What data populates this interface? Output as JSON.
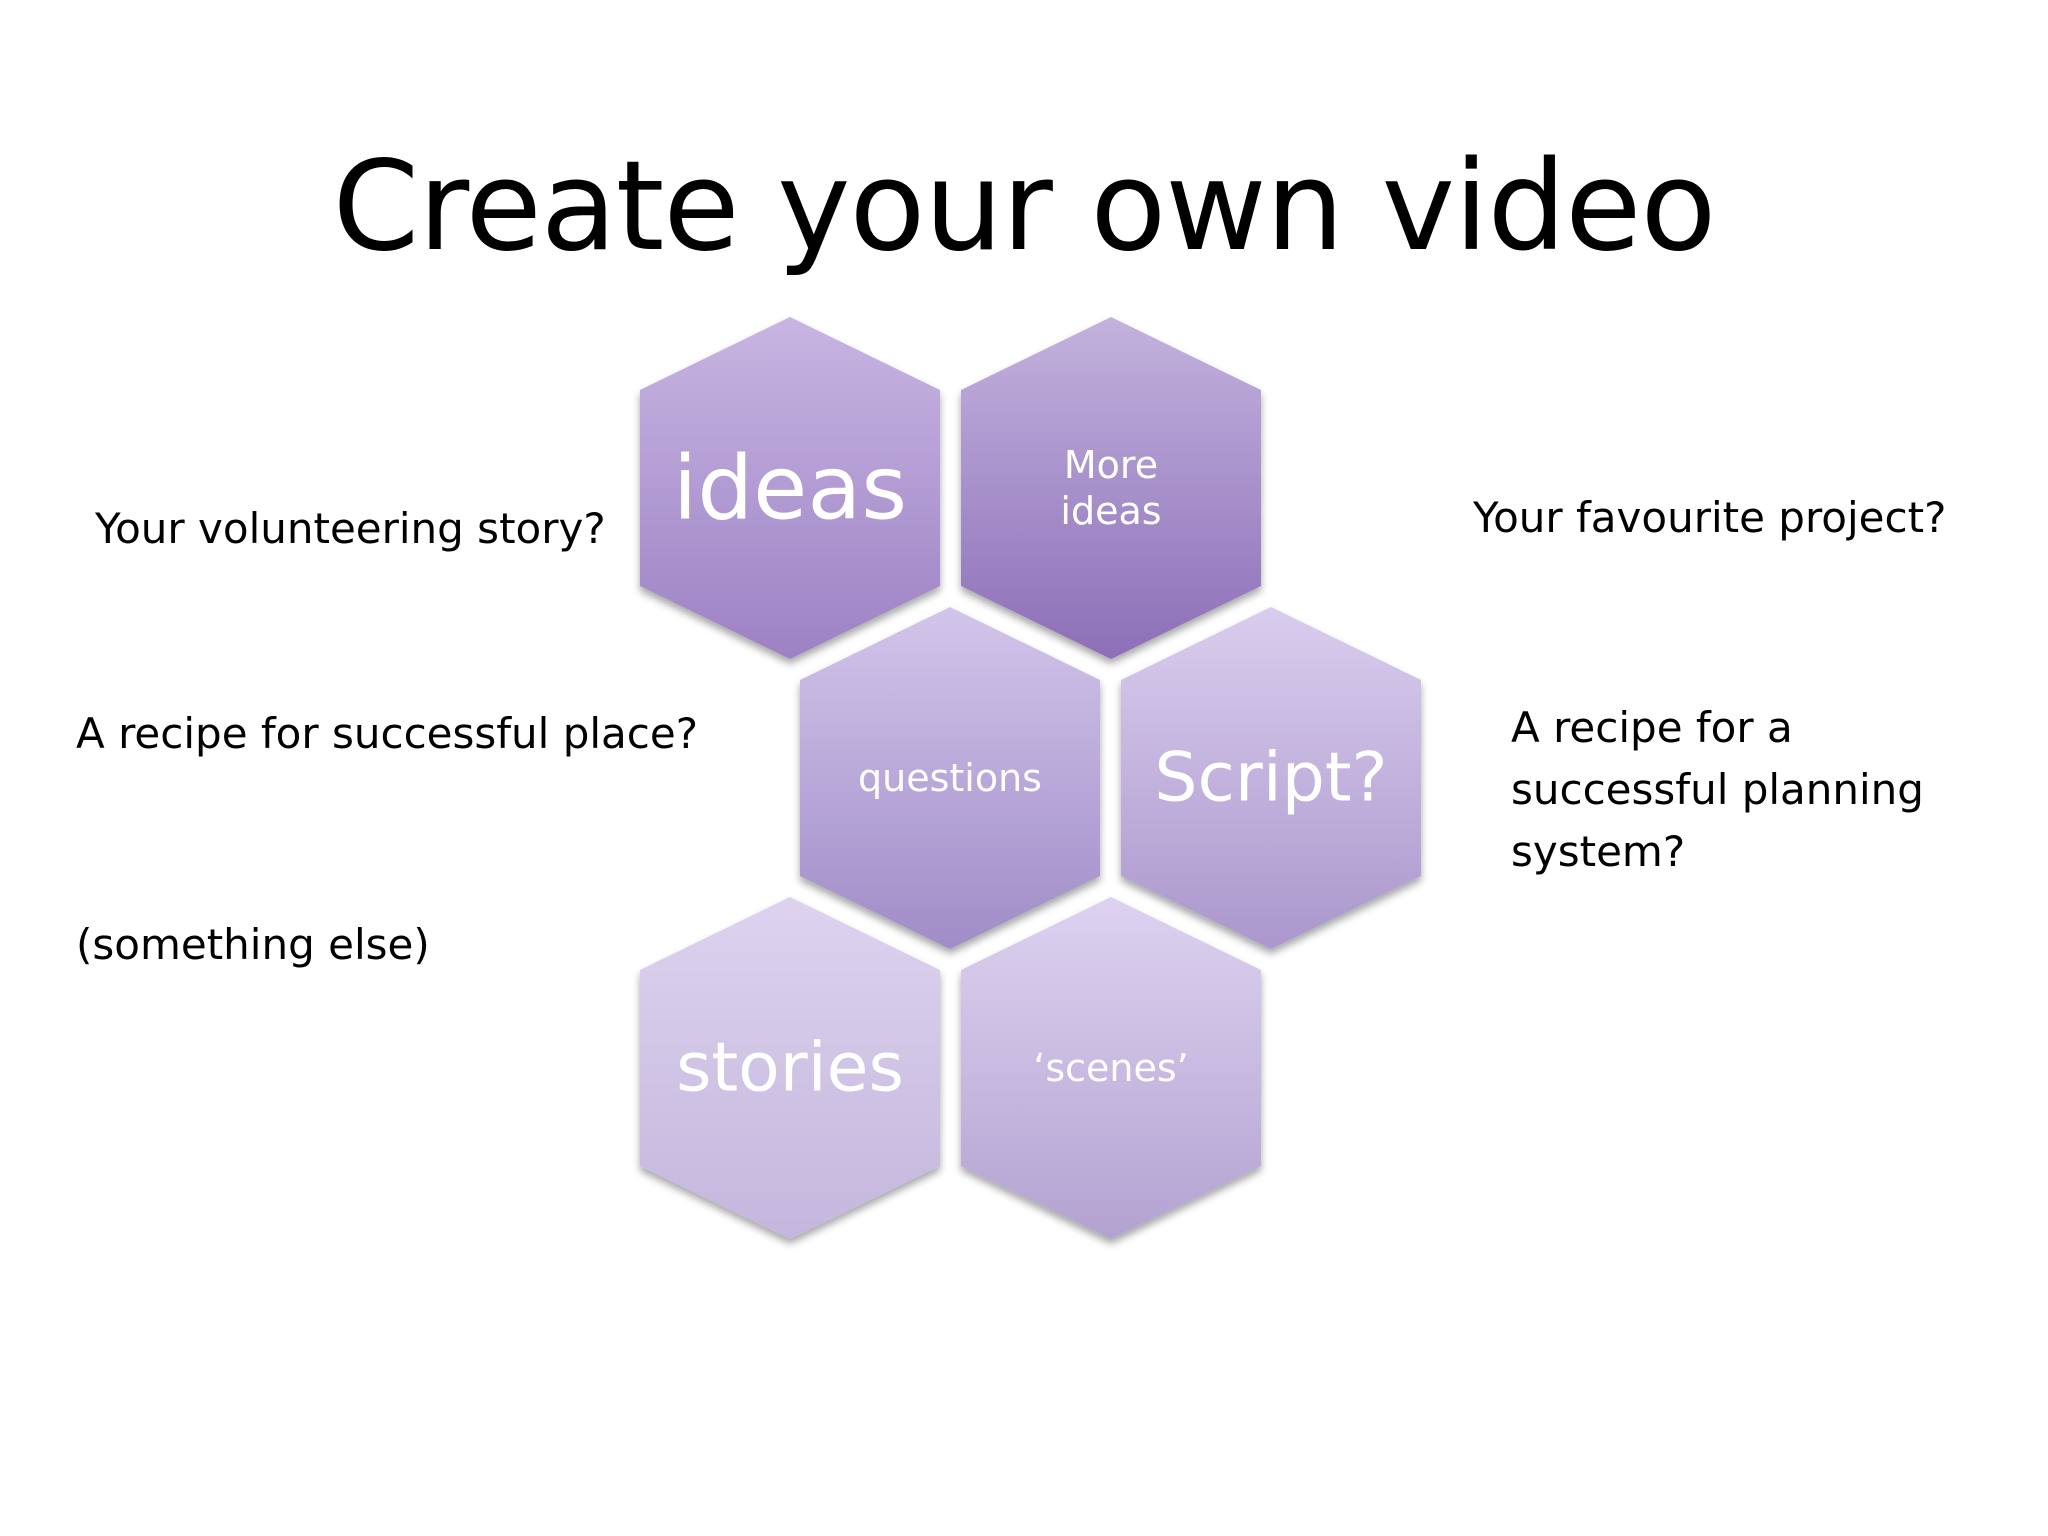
{
  "slide": {
    "title": "Create your own video"
  },
  "prompts": {
    "volunteering": "Your volunteering story?",
    "recipe_place": "A recipe for successful place?",
    "something_else": "(something else)",
    "favourite_project": "Your favourite project?",
    "recipe_planning": "A recipe for a successful planning system?"
  },
  "hexagons": [
    {
      "id": "ideas",
      "lines": [
        "ideas"
      ],
      "top_color": "#c8b5e2",
      "bottom_color": "#9c82c4"
    },
    {
      "id": "more-ideas",
      "lines": [
        "More",
        "ideas"
      ],
      "top_color": "#c3b2dd",
      "bottom_color": "#8c6fb8"
    },
    {
      "id": "questions",
      "lines": [
        "questions"
      ],
      "top_color": "#d2c5ea",
      "bottom_color": "#a08cc7"
    },
    {
      "id": "script",
      "lines": [
        "Script?"
      ],
      "top_color": "#d9cdee",
      "bottom_color": "#ab97cc"
    },
    {
      "id": "stories",
      "lines": [
        "stories"
      ],
      "top_color": "#ddd3ef",
      "bottom_color": "#c4b6dd"
    },
    {
      "id": "scenes",
      "lines": [
        "‘scenes’"
      ],
      "top_color": "#ddd2f0",
      "bottom_color": "#b3a2d1"
    }
  ]
}
